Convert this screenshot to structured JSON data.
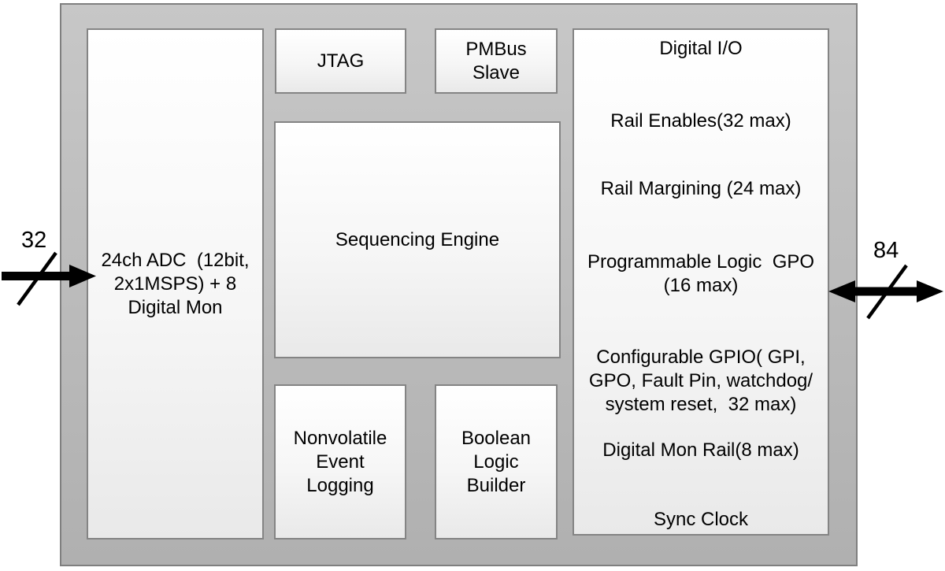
{
  "colors": {
    "page_bg": "#ffffff",
    "chip_fill_top": "#c7c7c7",
    "chip_fill_bottom": "#b0b0b0",
    "chip_border": "#7f7f7f",
    "block_border": "#848484",
    "text": "#000000",
    "arrow": "#000000"
  },
  "buses": {
    "input": {
      "width_label": "32"
    },
    "io": {
      "width_label": "84"
    }
  },
  "blocks": {
    "adc": {
      "label": "24ch ADC  (12bit,\n2x1MSPS) + 8\nDigital Mon"
    },
    "jtag": {
      "label": "JTAG"
    },
    "pmbus": {
      "label": "PMBus\nSlave"
    },
    "sequencing_engine": {
      "label": "Sequencing Engine"
    },
    "nonvolatile_logging": {
      "label": "Nonvolatile\nEvent\nLogging"
    },
    "boolean_logic": {
      "label": "Boolean\nLogic\nBuilder"
    },
    "digital_io": {
      "title": "Digital I/O",
      "items": [
        "Rail Enables(32 max)",
        "Rail Margining (24 max)",
        "Programmable Logic  GPO\n(16 max)",
        "Configurable GPIO( GPI,\nGPO, Fault Pin, watchdog/\nsystem reset,  32 max)",
        "Digital Mon Rail(8 max)",
        "Sync Clock"
      ]
    }
  }
}
